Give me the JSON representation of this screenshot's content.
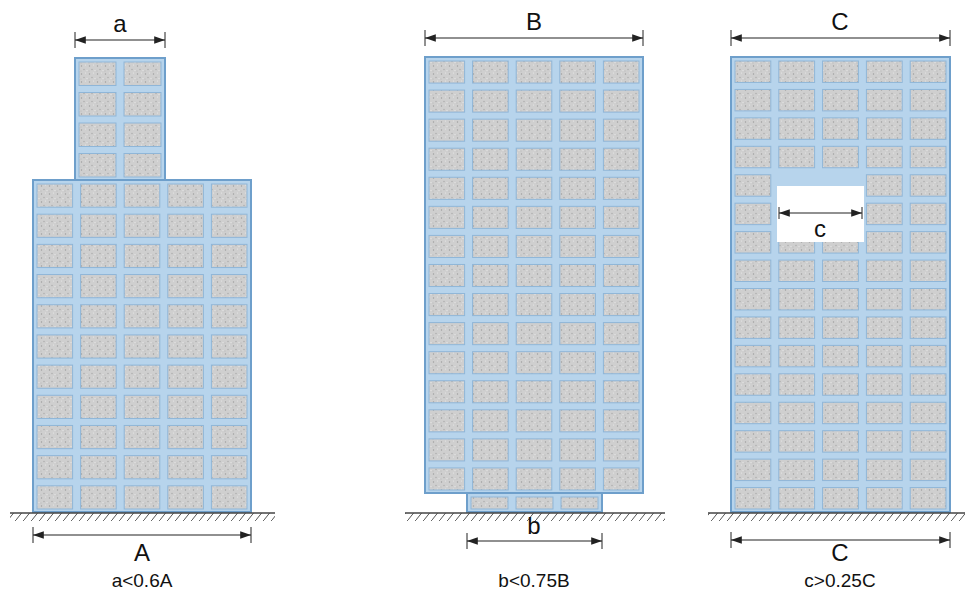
{
  "diagram": {
    "labels": [
      "a",
      "A",
      "a<0.6A",
      "B",
      "b",
      "b<0.75B",
      "C",
      "c",
      "C",
      "c>0.25C"
    ]
  }
}
